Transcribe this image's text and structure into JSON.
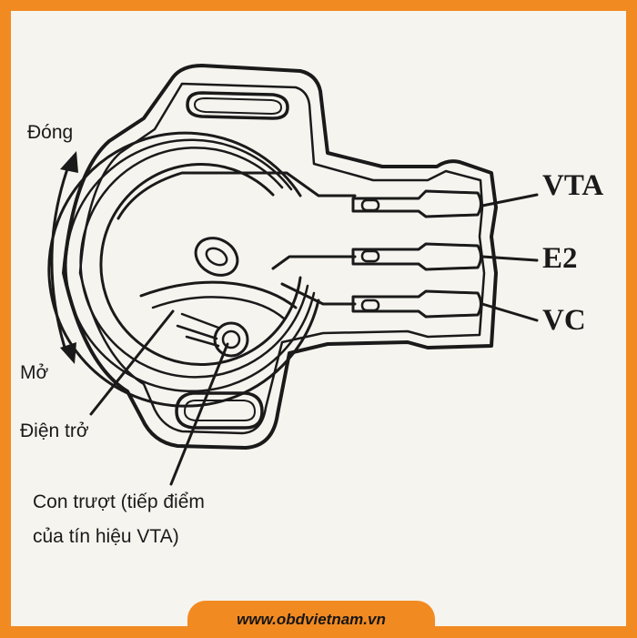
{
  "labels": {
    "dong": "Đóng",
    "mo": "Mở",
    "vta": "VTA",
    "e2": "E2",
    "vc": "VC",
    "dien_tro": "Điện trở",
    "con_truot_line1": "Con trượt (tiếp điểm",
    "con_truot_line2": "của tín hiệu VTA)"
  },
  "footer": {
    "url": "www.obdvietnam.vn"
  },
  "colors": {
    "border": "#f28a22",
    "paper": "#f6f4ef",
    "ink": "#1a1a1a"
  }
}
